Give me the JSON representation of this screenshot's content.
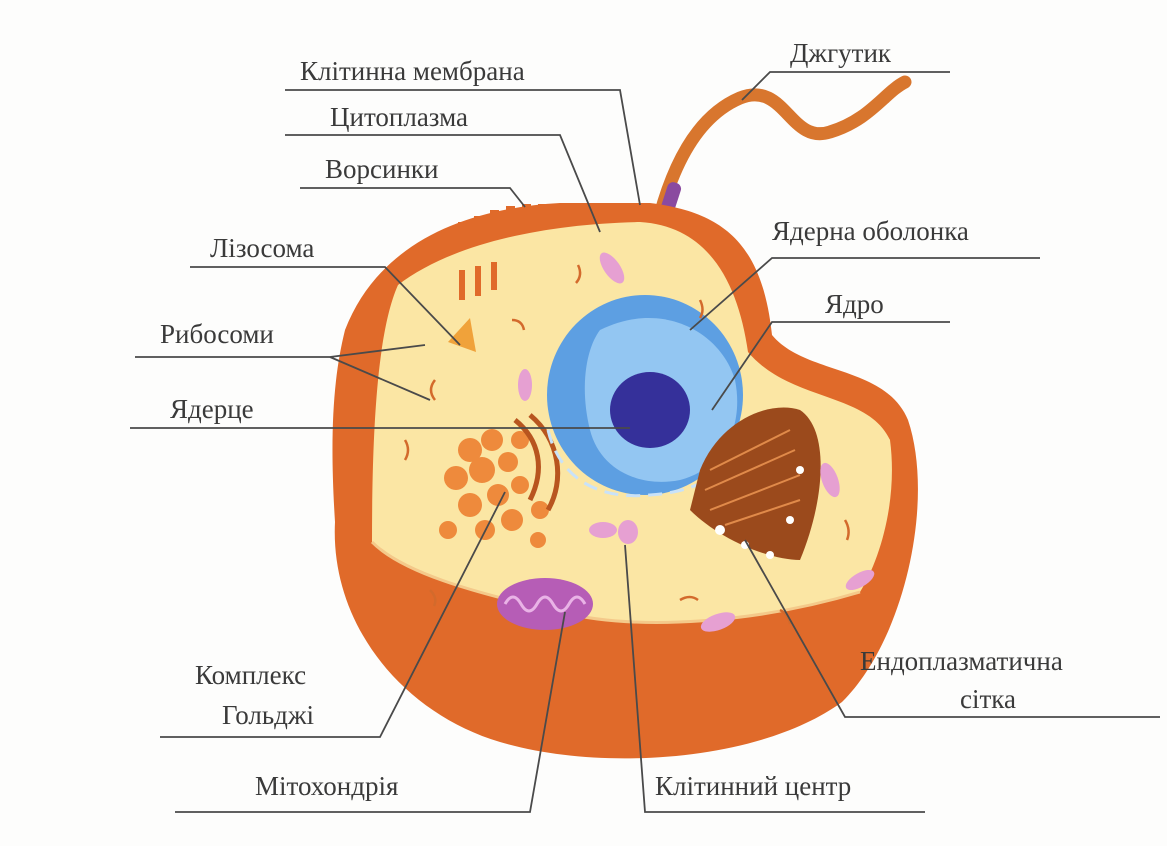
{
  "diagram": {
    "title": "Animal cell structure",
    "labels": {
      "membrane": "Клітинна мембрана",
      "flagellum": "Джгутик",
      "cytoplasm": "Цитоплазма",
      "villi": "Ворсинки",
      "lysosome": "Лізосома",
      "nuclear_envelope": "Ядерна оболонка",
      "nucleus": "Ядро",
      "ribosomes": "Рибосоми",
      "nucleolus": "Ядерце",
      "golgi_line1": "Комплекс",
      "golgi_line2": "Гольджі",
      "er_line1": "Ендоплазматична",
      "er_line2": "сітка",
      "mitochondrion": "Мітохондрія",
      "cell_center": "Клітинний центр"
    },
    "colors": {
      "membrane": "#e06a2a",
      "cytoplasm": "#fbe6a4",
      "nucleus": "#5d9fe2",
      "nucleus_cut": "#93c6f2",
      "nucleolus": "#35309a",
      "golgi": "#ee8a3c",
      "er": "#9b4a1c",
      "mitochondrion": "#b65db6",
      "lysosome": "#f0a23a",
      "vesicle": "#e6a0d2"
    }
  }
}
